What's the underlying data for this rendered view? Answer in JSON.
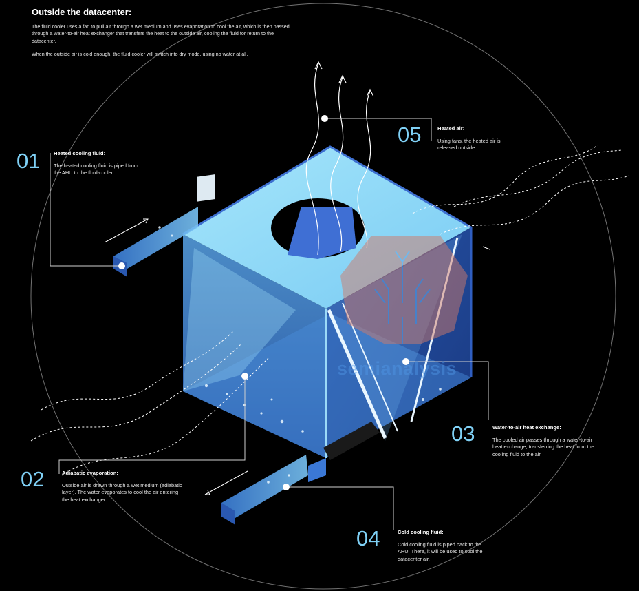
{
  "title": "Outside the datacenter:",
  "intro": [
    "The fluid cooler uses a fan to pull air through a wet medium and uses evaporation to cool the air, which is then passed through a water-to-air heat exchanger that transfers the heat to the outside air, cooling the fluid for return to the datacenter.",
    "When the outside air is cold enough, the fluid cooler will switch into dry mode, using no water at all."
  ],
  "callouts": [
    {
      "num": "01",
      "heading": "Heated cooling fluid:",
      "text": "The heated cooling fluid is piped from the AHU to the fluid-cooler."
    },
    {
      "num": "02",
      "heading": "Adiabatic evaporation:",
      "text": "Outside air is drawn through a wet medium (adiabatic layer). The water evaporates to cool the air entering the heat exchanger."
    },
    {
      "num": "03",
      "heading": "Water-to-air heat exchange:",
      "text": "The cooled air passes through a water-to-air heat exchange, transferring the heat from the cooling fluid to the air."
    },
    {
      "num": "04",
      "heading": "Cold cooling fluid:",
      "text": "Cold cooling fluid is piped back to the AHU. There, it will be used to cool the datacenter air."
    },
    {
      "num": "05",
      "heading": "Heated air:",
      "text": "Using fans, the heated air is released outside."
    }
  ],
  "watermark": "semianalysis",
  "colors": {
    "accent": "#7fd0f5",
    "background": "#000000",
    "cube_top": "#8fd8f8",
    "cube_side": "#3f7fd8"
  }
}
